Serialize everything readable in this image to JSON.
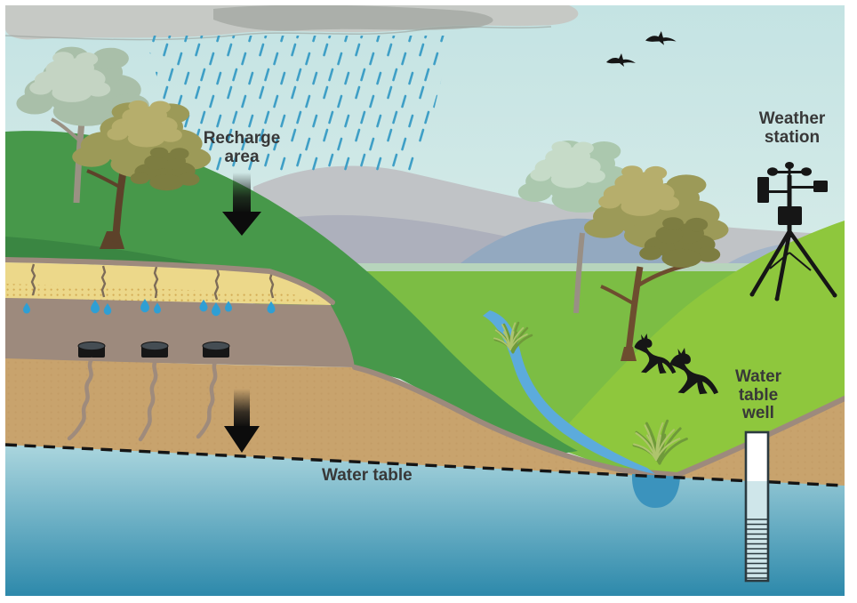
{
  "diagram": {
    "name": "Groundwater recharge and water table illustration",
    "labels": {
      "recharge_area_lines": [
        "Recharge",
        "area"
      ],
      "weather_station_lines": [
        "Weather",
        "station"
      ],
      "water_table_well_lines": [
        "Water",
        "table",
        "well"
      ],
      "water_table": "Water table"
    },
    "icons": [
      "rain-cloud-icon",
      "rainfall-icon",
      "recharge-arrow-icon",
      "percolation-arrow-icon",
      "buried-drum-icon",
      "water-drop-icon",
      "soil-crack-icon",
      "tree-icon",
      "grass-tussock-icon",
      "stream-icon",
      "water-table-line-icon",
      "monitoring-well-icon",
      "weather-station-icon",
      "kangaroo-icon",
      "bird-icon",
      "mountain-icon"
    ],
    "colors": {
      "sky_top": "#c4e3e3",
      "sky_bottom": "#ebf5ee",
      "cloud": "#c6c9c5",
      "cloud_dark": "#a6aaa5",
      "rain": "#3f9fc6",
      "mist_gray": "#c0c3c6",
      "mist_lavender": "#acafbc",
      "mountain_blue": "#93a9c0",
      "mountain_blue2": "#a4b5c8",
      "pale_green": "#b7d4bc",
      "hill_green": "#47984a",
      "hill_green_dark": "#3a8642",
      "valley_green": "#7cbd44",
      "bright_green": "#8ec73d",
      "soil_yellow": "#ecd88a",
      "soil_taupe": "#9d8a7d",
      "soil_tan": "#c8a36d",
      "crack": "#7d6c58",
      "crack_soft": "#9d8a7d",
      "drop": "#2f9fd4",
      "stream": "#5cabdc",
      "pool": "#3b93bd",
      "water_top": "#abd6de",
      "water_bottom": "#2d89ab",
      "ink": "#161616",
      "label": "#383838",
      "well_fill": "#ffffff",
      "well_water": "#cfe6ea",
      "tree_gray": "#a9bfa9",
      "tree_gray_light": "#c4d4c3",
      "tree_olive": "#9c9a58",
      "tree_olive_dark": "#7d7d41",
      "tree_olive_light": "#b6ae6c",
      "tree_pale": "#abc8ae",
      "tree_pale_light": "#c6dbc8",
      "trunk_dark": "#5d422a",
      "trunk_gray": "#9a9183",
      "trunk_pale": "#998f85",
      "trunk_brown": "#6d4d2f",
      "grass_dark": "#6f9a3a",
      "grass_light": "#aec46d",
      "dot_yellow": "#d3ac55",
      "dot_tan": "#ab804a"
    }
  }
}
